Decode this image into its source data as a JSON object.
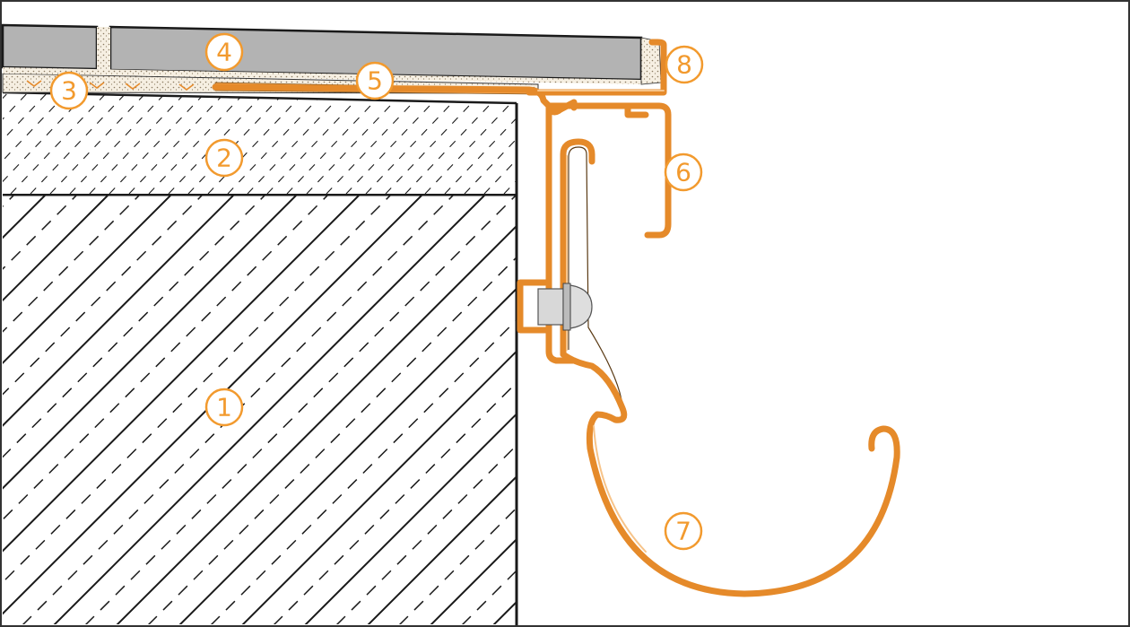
{
  "diagram": {
    "callouts": [
      {
        "id": "1",
        "label": "1"
      },
      {
        "id": "2",
        "label": "2"
      },
      {
        "id": "3",
        "label": "3"
      },
      {
        "id": "4",
        "label": "4"
      },
      {
        "id": "5",
        "label": "5"
      },
      {
        "id": "6",
        "label": "6"
      },
      {
        "id": "7",
        "label": "7"
      },
      {
        "id": "8",
        "label": "8"
      }
    ],
    "colors": {
      "profile_orange": "#e58a2a",
      "callout_orange": "#f29a2e",
      "tile_gray": "#b3b3b3",
      "outline": "#1a1a1a"
    }
  }
}
